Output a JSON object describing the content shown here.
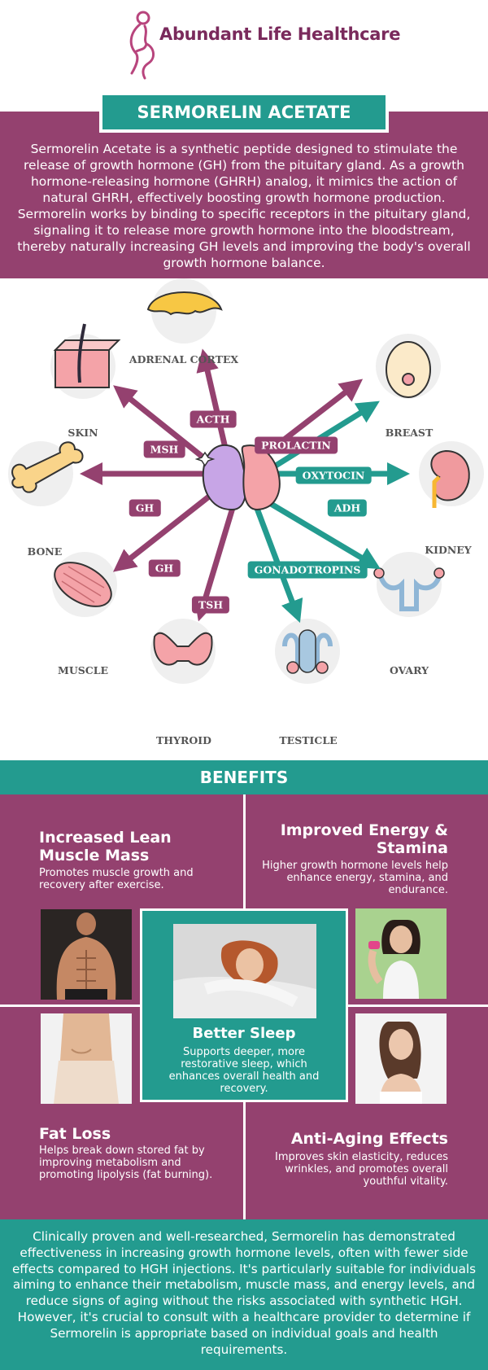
{
  "header": {
    "brand": "Abundant Life Healthcare",
    "logo_icon": "pregnant-woman-silhouette-icon",
    "colors": {
      "plum": "#94416f",
      "teal": "#239b8f",
      "brand_text": "#7a2a5c"
    }
  },
  "title": "SERMORELIN ACETATE",
  "intro": "Sermorelin Acetate is a synthetic peptide designed to stimulate the release of growth hormone (GH) from the pituitary gland. As a growth hormone-releasing hormone (GHRH) analog, it mimics the action of natural GHRH, effectively boosting growth hormone production. Sermorelin works by binding to specific receptors in the pituitary gland, signaling it to release more growth hormone into the bloodstream, thereby naturally increasing GH levels and improving the body's overall growth hormone balance.",
  "diagram": {
    "center_icon": "pituitary-gland-icon",
    "organs": {
      "adrenal": "ADRENAL CORTEX",
      "skin": "SKIN",
      "breast": "BREAST",
      "bone": "BONE",
      "kidney": "KIDNEY",
      "muscle": "MUSCLE",
      "ovary": "OVARY",
      "thyroid": "THYROID",
      "testicle": "TESTICLE"
    },
    "hormones": {
      "acth": "ACTH",
      "msh": "MSH",
      "prolactin": "PROLACTIN",
      "oxytocin": "OXYTOCIN",
      "gh_bone": "GH",
      "adh": "ADH",
      "gh_muscle": "GH",
      "gonadotropins": "GONADOTROPINS",
      "tsh": "TSH"
    }
  },
  "benefits": {
    "heading": "BENEFITS",
    "muscle": {
      "title": "Increased Lean Muscle Mass",
      "desc": "Promotes muscle growth and recovery after exercise."
    },
    "energy": {
      "title": "Improved Energy & Stamina",
      "desc": "Higher growth hormone levels help enhance energy, stamina, and endurance."
    },
    "sleep": {
      "title": "Better Sleep",
      "desc": "Supports deeper, more restorative sleep, which enhances overall health and recovery."
    },
    "fat": {
      "title": "Fat Loss",
      "desc": "Helps break down stored fat by improving metabolism and promoting lipolysis (fat burning)."
    },
    "aging": {
      "title": "Anti-Aging Effects",
      "desc": "Improves skin elasticity, reduces wrinkles, and promotes overall youthful vitality."
    }
  },
  "footer": "Clinically proven and well-researched, Sermorelin has demonstrated effectiveness in increasing growth hormone levels, often with fewer side effects compared to HGH injections. It's particularly suitable for individuals aiming to enhance their metabolism, muscle mass, and energy levels, and reduce signs of aging without the risks associated with synthetic HGH. However, it's crucial to consult with a healthcare provider to determine if Sermorelin is appropriate based on individual goals and health requirements."
}
